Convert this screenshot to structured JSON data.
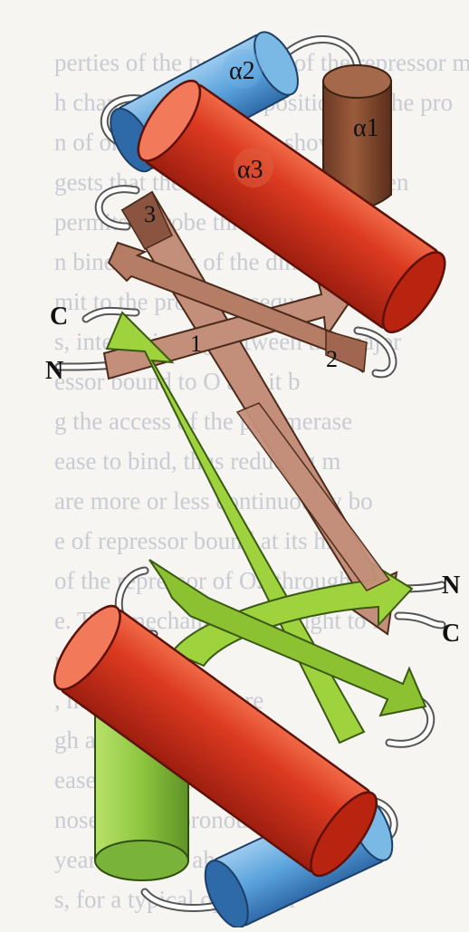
{
  "labels": {
    "alpha1": "α1",
    "alpha2": "α2",
    "alpha3": "α3",
    "strand1": "1",
    "strand2": "2",
    "strand3": "3",
    "n_left": "N",
    "c_left": "C",
    "n_right": "N",
    "c_right": "C"
  },
  "background_text_lines": [
    "perties of the two forms of the repressor m",
    "h change the relative positions of the pro",
    "n of one to the other as shown in",
    "gests that there is a relation between",
    "permits a probe through the gene",
    "n binding sites of the dimer with",
    "mit to the promoter sequence",
    "s, interdigitating between the major",
    "essor bound to O and it b",
    "g the access of the polymerase",
    "ease to bind, thus reducing m",
    "are more or less continuously bo",
    "e of repressor bound at its high",
    "of the repressor of O2 through a co",
    "e. This mechanism is thought to n",
    "ntheses",
    ", however, where a re",
    "gh at 25, the repressor",
    "ease to the promoter",
    "nosed to the pronou",
    "years, mainly ahead",
    "s, for a typical open over"
  ],
  "colors": {
    "helix_red": "#d8321c",
    "helix_blue": "#5aa3dc",
    "helix_brown": "#8a4f33",
    "helix_green": "#8dc63f",
    "strand_brown": "#c48f7a",
    "strand_green": "#9fd33e",
    "loop": "#ffffff"
  }
}
